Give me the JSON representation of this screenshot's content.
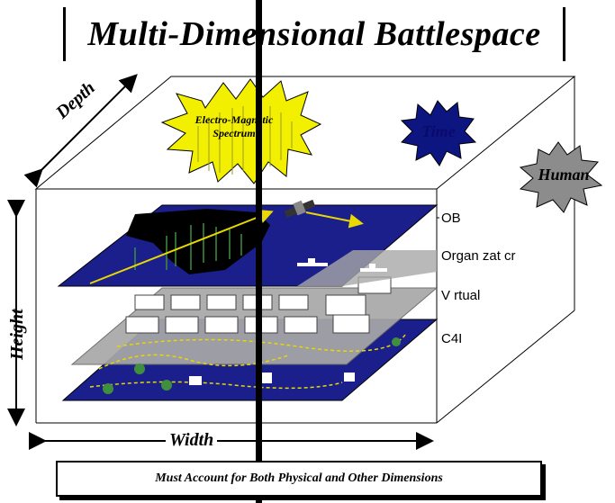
{
  "title": "Multi-Dimensional Battlespace",
  "caption": "Must Account for Both Physical and Other Dimensions",
  "axes": {
    "depth": "Depth",
    "height": "Height",
    "width": "Width"
  },
  "bursts": {
    "electromagnetic_line1": "Electro-Magnetic",
    "electromagnetic_line2": "Spectrum",
    "time": "Time",
    "human": "Human"
  },
  "layers": {
    "ob": "OB",
    "organization": "Organ zat cr",
    "virtual": "V rtual",
    "c4i": "C4I"
  },
  "colors": {
    "layer_blue": "#1a1f8c",
    "layer_gray": "#a8a8a8",
    "burst_yellow": "#f2f000",
    "burst_navy": "#0d1580",
    "burst_gray": "#8c8c8c",
    "accent_yellow": "#e8d800"
  }
}
